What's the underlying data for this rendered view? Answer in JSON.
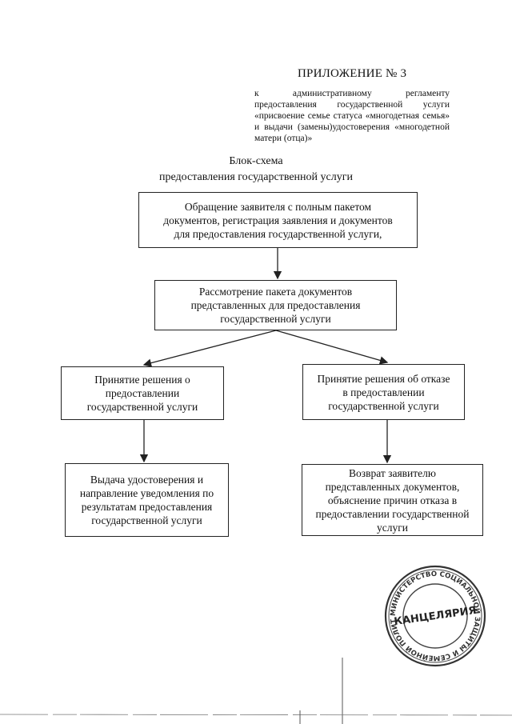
{
  "header": {
    "appendix_title": "ПРИЛОЖЕНИЕ № 3",
    "appendix_subtitle": "к административному регламенту предоставления государственной услуги «присвоение семье статуса «многодетная семья» и выдачи (замены)удостоверения «многодетной матери (отца)»"
  },
  "scheme": {
    "title_line1": "Блок-схема",
    "title_line2": "предоставления государственной услуги"
  },
  "boxes": {
    "application": {
      "line1": "Обращение заявителя с полным пакетом",
      "line2": "документов, регистрация заявления и документов",
      "line3": "для предоставления государственной услуги,"
    },
    "review": {
      "line1": "Рассмотрение пакета документов",
      "line2": "представленных для предоставления",
      "line3": "государственной услуги"
    },
    "decision_grant": {
      "line1": "Принятие решения о",
      "line2": "предоставлении",
      "line3": "государственной услуги"
    },
    "decision_refuse": {
      "line1": "Принятие решения об отказе",
      "line2": "в предоставлении",
      "line3": "государственной услуги"
    },
    "issue": {
      "line1": "Выдача удостоверения и",
      "line2": "направление уведомления по",
      "line3": "результатам предоставления",
      "line4": "государственной услуги"
    },
    "return": {
      "line1": "Возврат заявителю",
      "line2": "представленных документов,",
      "line3": "объяснение причин отказа в",
      "line4": "предоставлении государственной",
      "line5": "услуги"
    }
  },
  "stamp": {
    "center_text": "КАНЦЕЛЯРИЯ",
    "ring_text": "МИНИСТЕРСТВО СОЦИАЛЬНОЙ ЗАЩИТЫ И СЕМЕЙНОЙ ПОЛИТИКИ"
  }
}
